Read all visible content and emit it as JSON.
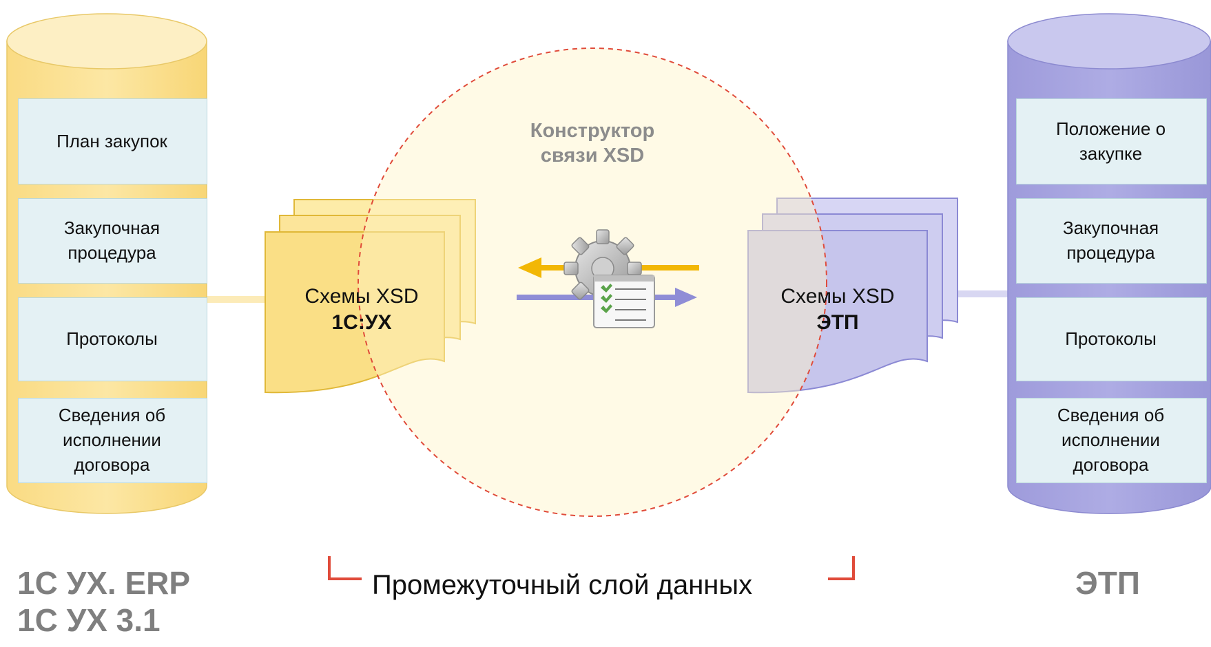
{
  "left_db": {
    "items": [
      "План закупок",
      "Закупочная процедура",
      "Протоколы",
      "Сведения об исполнении договора"
    ],
    "caption_line1": "1С УХ. ERP",
    "caption_line2": "1С УХ 3.1",
    "color": "#FBE498"
  },
  "right_db": {
    "items": [
      "Положение о закупке",
      "Закупочная процедура",
      "Протоколы",
      "Сведения об исполнении договора"
    ],
    "caption": "ЭТП",
    "color": "#A8A6E0"
  },
  "left_docs": {
    "line1": "Схемы XSD",
    "line2": "1С:УХ"
  },
  "right_docs": {
    "line1": "Схемы XSD",
    "line2": "ЭТП"
  },
  "constructor": {
    "line1": "Конструктор",
    "line2": "связи XSD",
    "icon": "gear-document-icon"
  },
  "layer_label": "Промежуточный слой данных",
  "colors": {
    "arrow_left": "#F2B705",
    "arrow_right": "#8F8DD6",
    "circle_border": "#E04B3A",
    "bracket": "#E04B3A"
  }
}
